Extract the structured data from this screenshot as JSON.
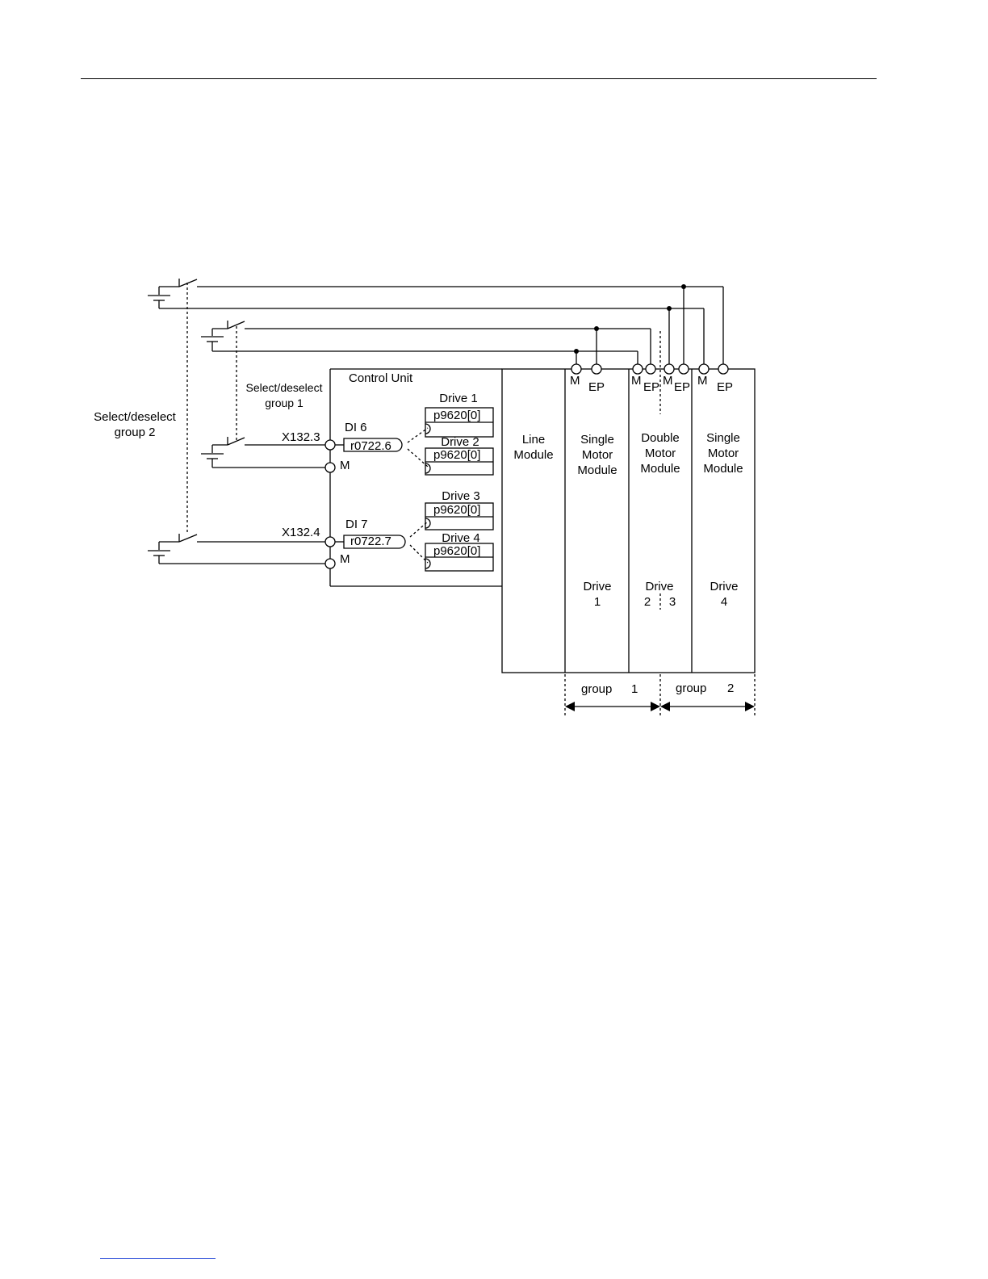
{
  "diagram": {
    "control_unit": {
      "title": "Control Unit"
    },
    "inputs": [
      {
        "terminal": "X132.3",
        "di": "DI 6",
        "param": "r0722.6",
        "ground": "M"
      },
      {
        "terminal": "X132.4",
        "di": "DI 7",
        "param": "r0722.7",
        "ground": "M"
      }
    ],
    "drives_cu": [
      {
        "name": "Drive 1",
        "param": "p9620[0]"
      },
      {
        "name": "Drive 2",
        "param": "p9620[0]"
      },
      {
        "name": "Drive 3",
        "param": "p9620[0]"
      },
      {
        "name": "Drive 4",
        "param": "p9620[0]"
      }
    ],
    "switch_labels": {
      "group1_line1": "Select/deselect",
      "group1_line2": "group 1",
      "group2_line1": "Select/deselect",
      "group2_line2": "group 2"
    },
    "line_module": {
      "line1": "Line",
      "line2": "Module"
    },
    "modules": [
      {
        "line1": "Single",
        "line2": "Motor",
        "line3": "Module"
      },
      {
        "line1": "Double",
        "line2": "Motor",
        "line3": "Module"
      },
      {
        "line1": "Single",
        "line2": "Motor",
        "line3": "Module"
      }
    ],
    "module_drives": {
      "m1_line1": "Drive",
      "m1_line2": "1",
      "m2_line1": "Drive",
      "m2_a": "2",
      "m2_b": "3",
      "m3_line1": "Drive",
      "m3_line2": "4"
    },
    "terminal_labels": {
      "m": "M",
      "ep": "EP"
    },
    "groups": [
      {
        "word": "group",
        "num": "1"
      },
      {
        "word": "group",
        "num": "2"
      }
    ]
  }
}
